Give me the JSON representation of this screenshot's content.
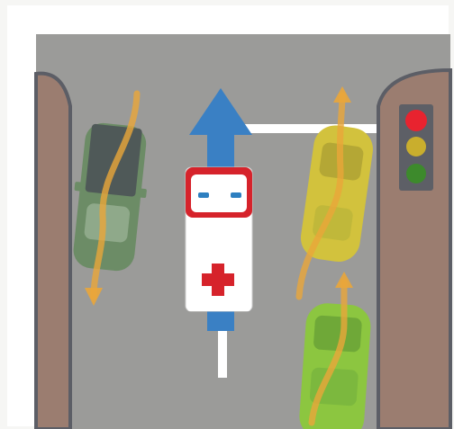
{
  "scene": {
    "title": "",
    "traffic_light": {
      "lamps": [
        "red",
        "yellow",
        "green"
      ],
      "active_lamp": "red",
      "colors": {
        "red": "#e8232f",
        "yellow": "#d9b92a",
        "green": "#3b8f2b"
      }
    },
    "road": {
      "color": "#9c9c9c",
      "sidewalk_color": "#9a7a6e",
      "marking_color": "#ffffff"
    },
    "vehicles": [
      {
        "type": "car",
        "name": "parked-dark-car",
        "body_color": "#6f8f68",
        "roof_color": "#4f5a57",
        "path_direction": "down"
      },
      {
        "type": "ambulance",
        "name": "ambulance",
        "body_color": "#ffffff",
        "accent_color": "#d6232b",
        "symbol": "red-cross-icon",
        "path_direction": "up",
        "path_color": "#3a80c4"
      },
      {
        "type": "car",
        "name": "yellow-car",
        "body_color": "#d4c43a",
        "path_direction": "up"
      },
      {
        "type": "car",
        "name": "green-car",
        "body_color": "#8cc63f",
        "path_direction": "up"
      }
    ],
    "path_color": "#e8a838"
  }
}
